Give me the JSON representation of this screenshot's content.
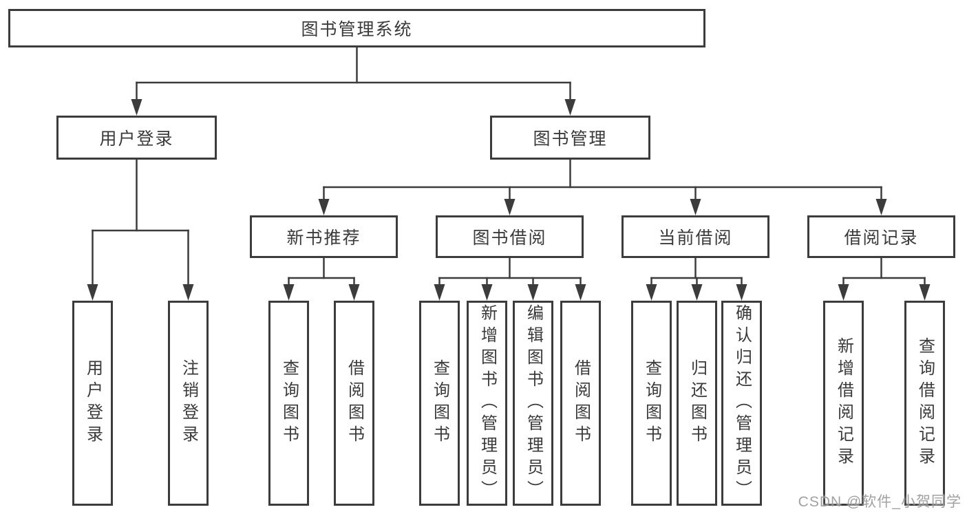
{
  "hierarchy": {
    "label": "图书管理系统",
    "children": [
      {
        "label": "用户登录",
        "children": [
          {
            "label": "用户登录"
          },
          {
            "label": "注销登录"
          }
        ]
      },
      {
        "label": "图书管理",
        "children": [
          {
            "label": "新书推荐",
            "children": [
              {
                "label": "查询图书"
              },
              {
                "label": "借阅图书"
              }
            ]
          },
          {
            "label": "图书借阅",
            "children": [
              {
                "label": "查询图书"
              },
              {
                "label": "新增图书（管理员）"
              },
              {
                "label": "编辑图书（管理员）"
              },
              {
                "label": "借阅图书"
              }
            ]
          },
          {
            "label": "当前借阅",
            "children": [
              {
                "label": "查询图书"
              },
              {
                "label": "归还图书"
              },
              {
                "label": "确认归还（管理员）"
              }
            ]
          },
          {
            "label": "借阅记录",
            "children": [
              {
                "label": "新增借阅记录"
              },
              {
                "label": "查询借阅记录"
              }
            ]
          }
        ]
      }
    ]
  },
  "watermark": {
    "text": "CSDN @软件_小贺同学"
  },
  "colors": {
    "box_border": "#3c3c3c",
    "connector_line": "#3c3c3c",
    "text": "#3a3a3a",
    "watermark": "#999999",
    "background": "#ffffff"
  }
}
